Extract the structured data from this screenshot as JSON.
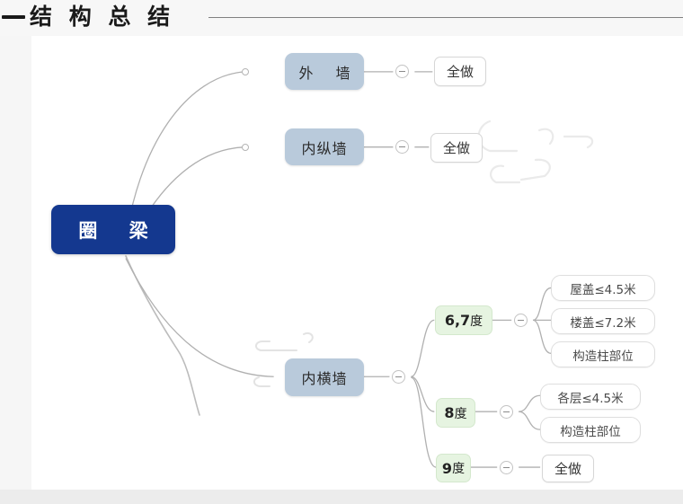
{
  "header": {
    "title": "结 构 总 结",
    "dash_icon": "dash-icon",
    "rule": "horizontal-rule"
  },
  "mindmap": {
    "root": {
      "label": "圈  梁",
      "color": "#14388f"
    },
    "branch_color": "#b9cadb",
    "degree_color": "#e6f4e1",
    "branches": [
      {
        "label": "外  墙",
        "toggle": "collapse-toggle",
        "leaves": [
          {
            "label": "全做"
          }
        ]
      },
      {
        "label": "内纵墙",
        "toggle": "collapse-toggle",
        "leaves": [
          {
            "label": "全做"
          }
        ]
      },
      {
        "label": "内横墙",
        "toggle": "collapse-toggle",
        "degrees": [
          {
            "value": "6,7",
            "unit": "度",
            "toggle": "collapse-toggle",
            "leaves": [
              {
                "label": "屋盖≤4.5米"
              },
              {
                "label": "楼盖≤7.2米"
              },
              {
                "label": "构造柱部位"
              }
            ]
          },
          {
            "value": "8",
            "unit": "度",
            "toggle": "collapse-toggle",
            "leaves": [
              {
                "label": "各层≤4.5米"
              },
              {
                "label": "构造柱部位"
              }
            ]
          },
          {
            "value": "9",
            "unit": "度",
            "toggle": "collapse-toggle",
            "leaves": [
              {
                "label": "全做"
              }
            ]
          }
        ]
      }
    ]
  }
}
